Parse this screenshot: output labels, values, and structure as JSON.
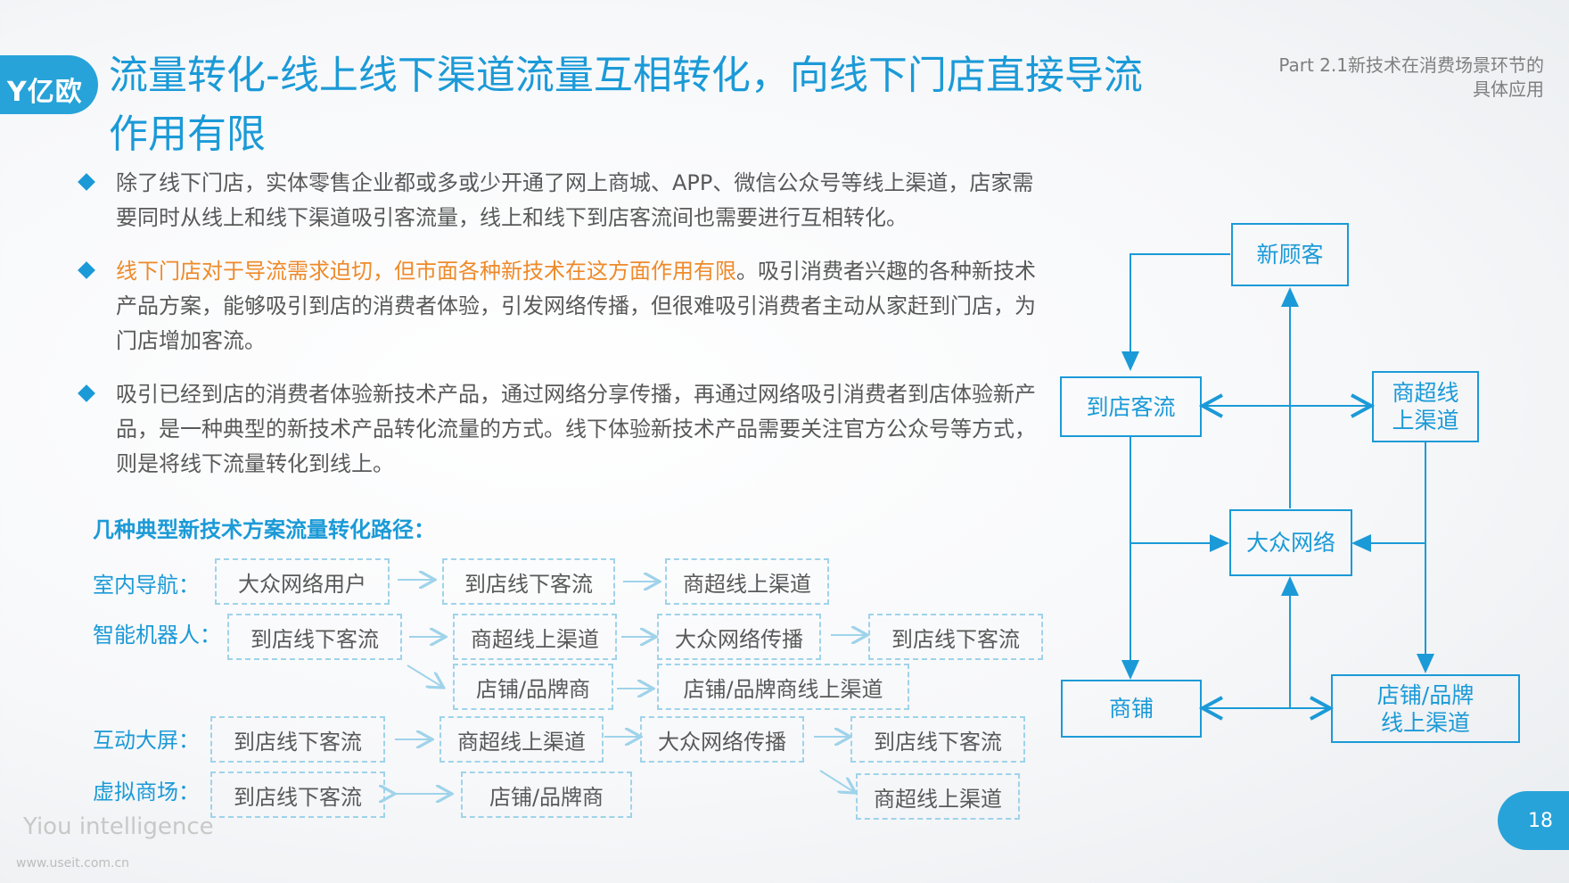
{
  "logo": {
    "text": "Y亿欧"
  },
  "title": "流量转化-线上线下渠道流量互相转化，向线下门店直接导流作用有限",
  "part_label": "Part 2.1新技术在消费场景环节的具体应用",
  "bullets": [
    {
      "text": "除了线下门店，实体零售企业都或多或少开通了网上商城、APP、微信公众号等线上渠道，店家需要同时从线上和线下渠道吸引客流量，线上和线下到店客流间也需要进行互相转化。"
    },
    {
      "highlight": "线下门店对于导流需求迫切，但市面各种新技术在这方面作用有限",
      "rest": "。吸引消费者兴趣的各种新技术产品方案，能够吸引到店的消费者体验，引发网络传播，但很难吸引消费者主动从家赶到门店，为门店增加客流。"
    },
    {
      "text": "吸引已经到店的消费者体验新技术产品，通过网络分享传播，再通过网络吸引消费者到店体验新产品，是一种典型的新技术产品转化流量的方式。线下体验新技术产品需要关注官方公众号等方式，则是将线下流量转化到线上。"
    }
  ],
  "paths_heading": "几种典型新技术方案流量转化路径：",
  "paths": {
    "labels": [
      "室内导航：",
      "智能机器人：",
      "互动大屏：",
      "虚拟商场："
    ],
    "nav": [
      "大众网络用户",
      "到店线下客流",
      "商超线上渠道"
    ],
    "robot": [
      "到店线下客流",
      "商超线上渠道",
      "大众网络传播",
      "到店线下客流",
      "店铺/品牌商",
      "店铺/品牌商线上渠道"
    ],
    "screen": [
      "到店线下客流",
      "商超线上渠道",
      "大众网络传播",
      "到店线下客流"
    ],
    "mall": [
      "到店线下客流",
      "店铺/品牌商",
      "商超线上渠道"
    ]
  },
  "flow": {
    "new_customer": "新顾客",
    "instore": "到店客流",
    "supermarket_online": "商超线\n上渠道",
    "public_network": "大众网络",
    "shop": "商铺",
    "brand_online": "店铺/品牌\n线上渠道"
  },
  "footer": {
    "brand": "Yiou intelligence",
    "url": "www.useit.com.cn",
    "page_number": "18"
  },
  "colors": {
    "accent": "#1b9ad7",
    "highlight": "#ee8a2a",
    "dashed_border": "#9fd3ea"
  }
}
